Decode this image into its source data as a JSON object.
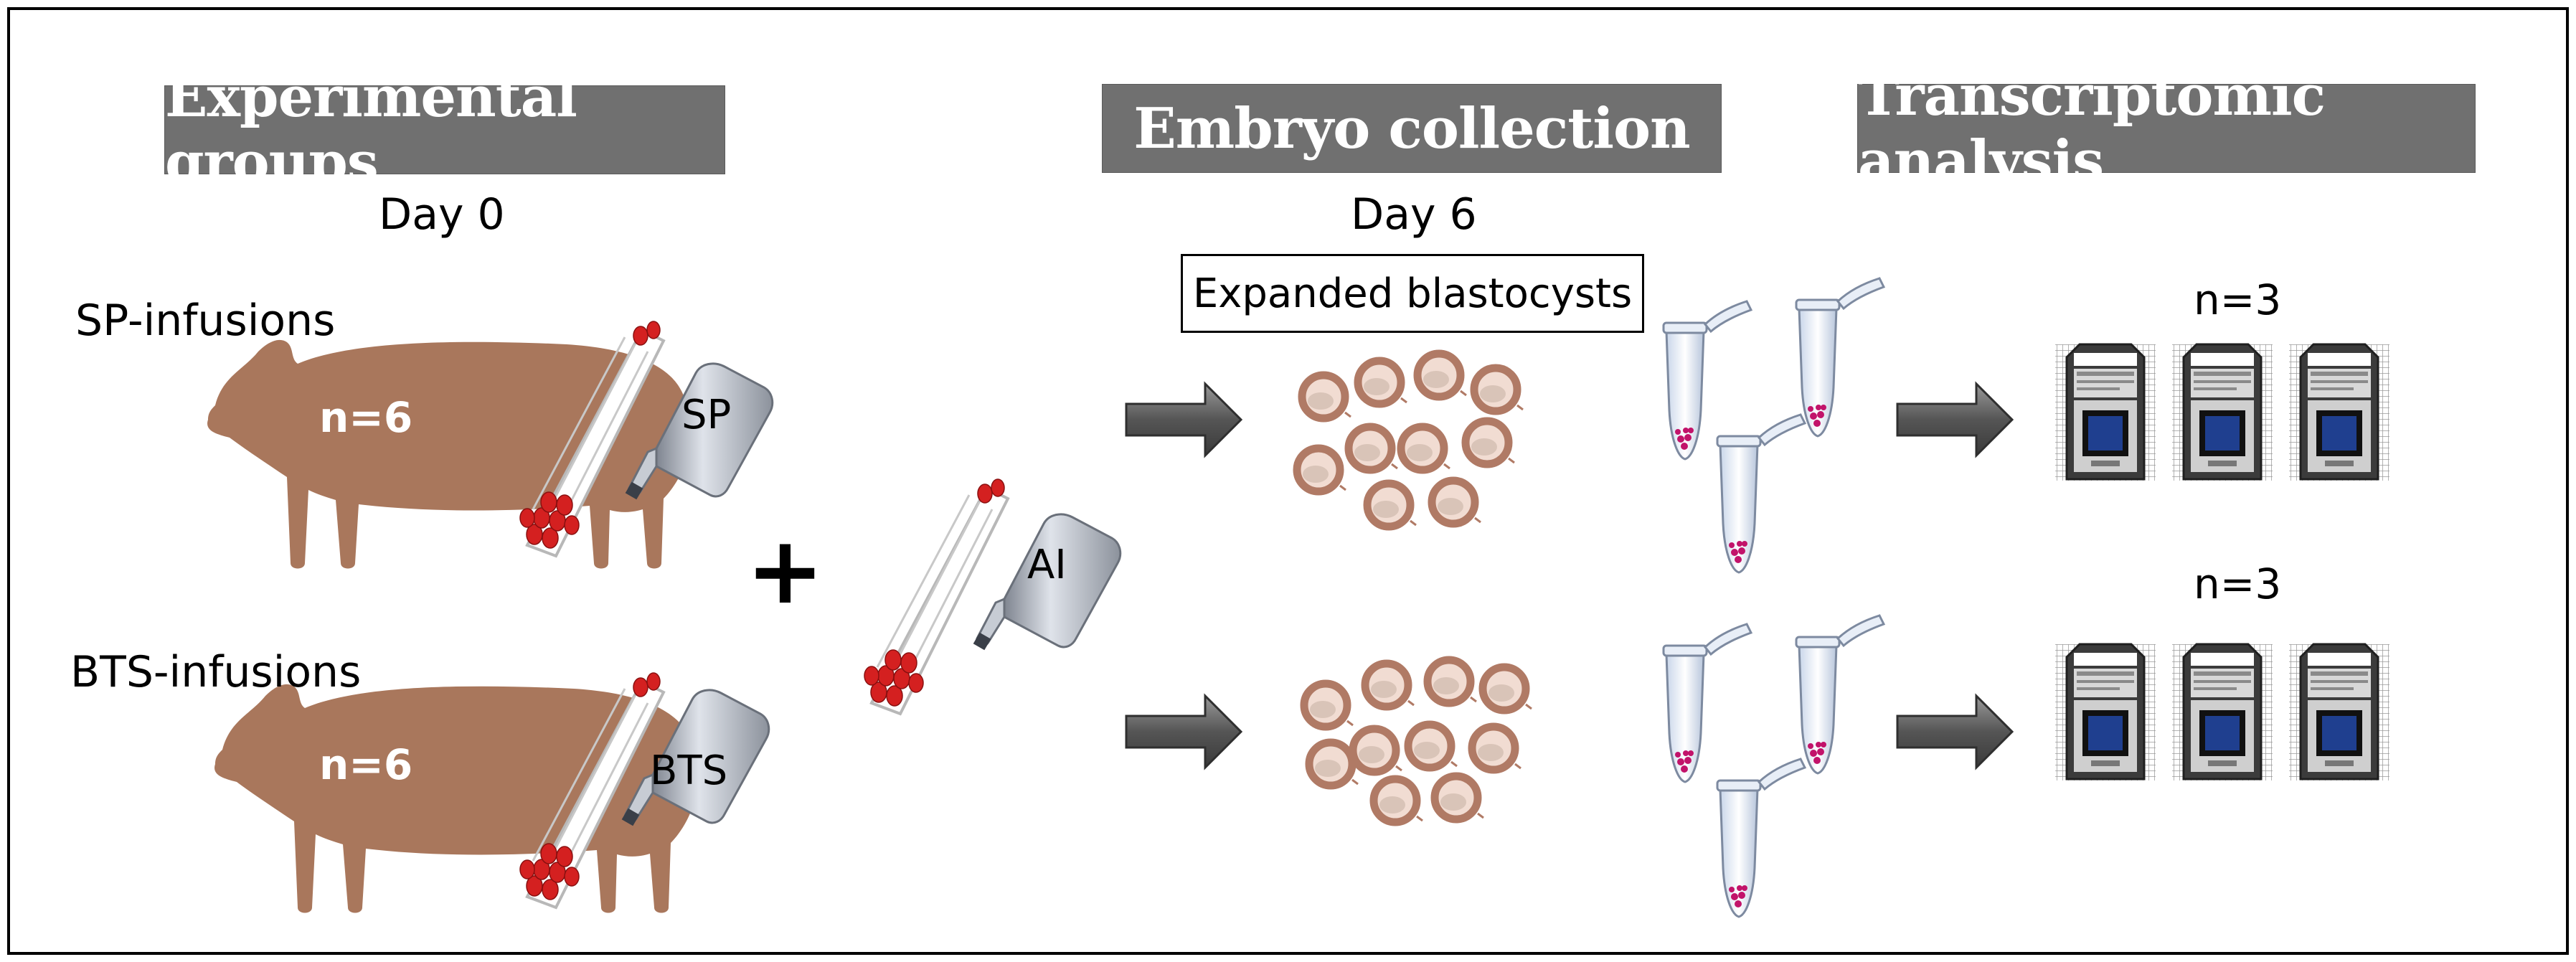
{
  "headers": {
    "experimental_groups": "Experimental groups",
    "embryo_collection": "Embryo collection",
    "transcriptomic_analysis": "Transcriptomic analysis"
  },
  "days": {
    "day0": "Day 0",
    "day6": "Day 6"
  },
  "stage_box": "Expanded blastocysts",
  "groups": {
    "sp": {
      "label": "SP-infusions",
      "n": "n=6",
      "vial": "SP"
    },
    "bts": {
      "label": "BTS-infusions",
      "n": "n=6",
      "vial": "BTS"
    }
  },
  "ai": {
    "plus": "+",
    "vial": "AI"
  },
  "arrays": {
    "top_n": "n=3",
    "bottom_n": "n=3"
  },
  "colors": {
    "pig": "#a9775c",
    "header_bg": "#707070",
    "embryo": "#b07a65",
    "sperm": "#d42020",
    "array_chip": "#1f3f8f"
  }
}
